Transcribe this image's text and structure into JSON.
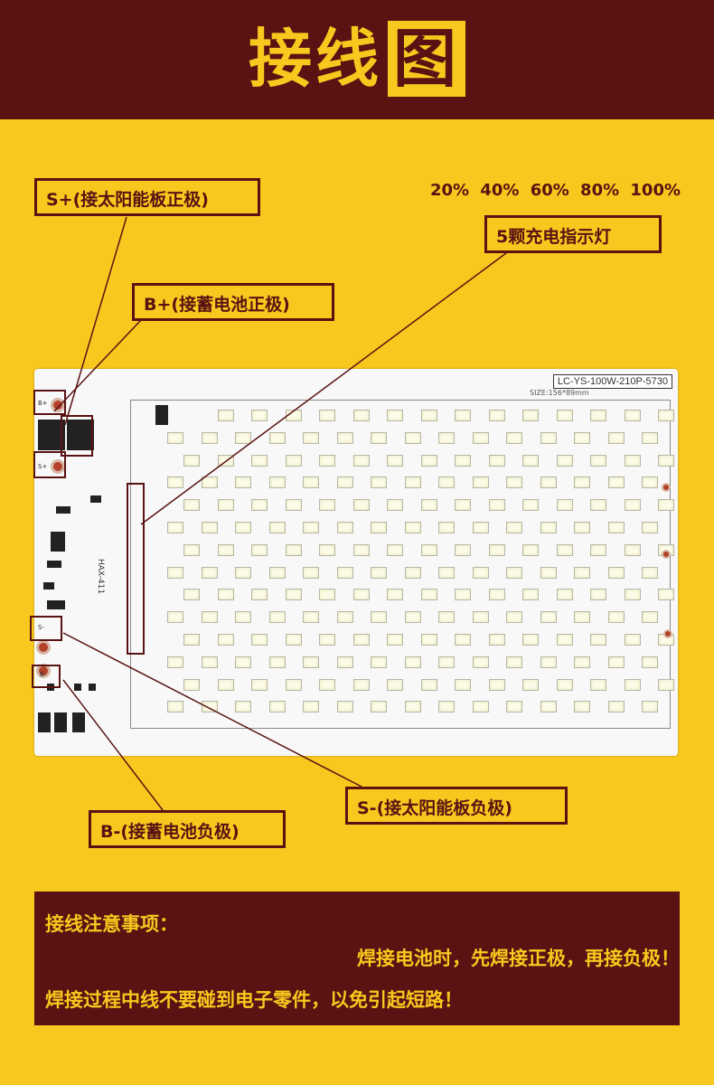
{
  "header": {
    "title_main": "接线",
    "title_boxed": "图"
  },
  "labels": {
    "s_plus": "S+(接太阳能板正极)",
    "b_plus": "B+(接蓄电池正极)",
    "indicator": "5颗充电指示灯",
    "s_minus": "S-(接太阳能板负极)",
    "b_minus": "B-(接蓄电池负极)"
  },
  "percentages": "20% 40% 60% 80% 100%",
  "board": {
    "model": "LC-YS-100W-210P-5730",
    "size": "SIZE:156*89mm",
    "ic_label": "HAX-411",
    "silk_b_plus": "B+",
    "silk_s_plus": "S+",
    "silk_s_minus": "S-",
    "silk_b_minus": "B-"
  },
  "notice": {
    "title": "接线注意事项：",
    "line1": "焊接电池时，先焊接正极，再接负极！",
    "line2": "焊接过程中线不要碰到电子零件，以免引起短路！"
  },
  "colors": {
    "background": "#f9c81e",
    "dark": "#5a1212"
  }
}
